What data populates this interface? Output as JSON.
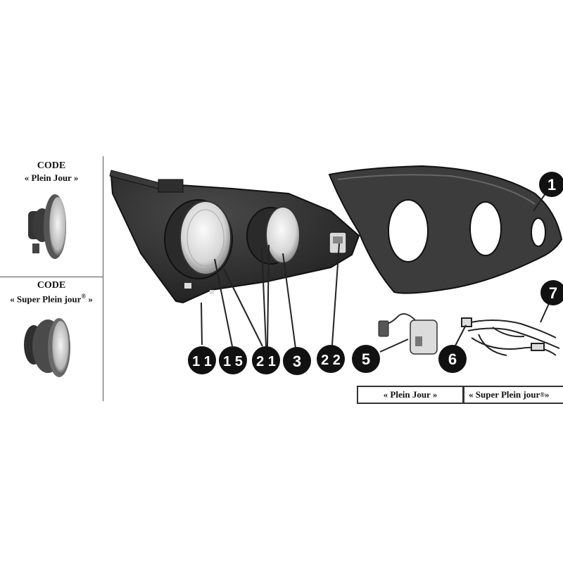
{
  "side_panel": {
    "top": {
      "title": "CODE",
      "subtitle": "« Plein Jour »"
    },
    "bottom": {
      "title": "CODE",
      "subtitle_main": "« Super Plein jour",
      "subtitle_sup": "®",
      "subtitle_end": " »"
    }
  },
  "callouts": [
    {
      "id": "1",
      "label": "1"
    },
    {
      "id": "7",
      "label": "7"
    },
    {
      "id": "11",
      "label": "1 1"
    },
    {
      "id": "15",
      "label": "1 5"
    },
    {
      "id": "21",
      "label": "2 1"
    },
    {
      "id": "3",
      "label": "3"
    },
    {
      "id": "22",
      "label": "2 2"
    },
    {
      "id": "5",
      "label": "5"
    },
    {
      "id": "6",
      "label": "6"
    }
  ],
  "legend_table": {
    "col1": "« Plein Jour »",
    "col2_main": "« Super Plein jour",
    "col2_sup": "®",
    "col2_end": " »"
  },
  "colors": {
    "housing": "#2a2a2a",
    "lens": "#e8e8e8",
    "line": "#222222"
  }
}
